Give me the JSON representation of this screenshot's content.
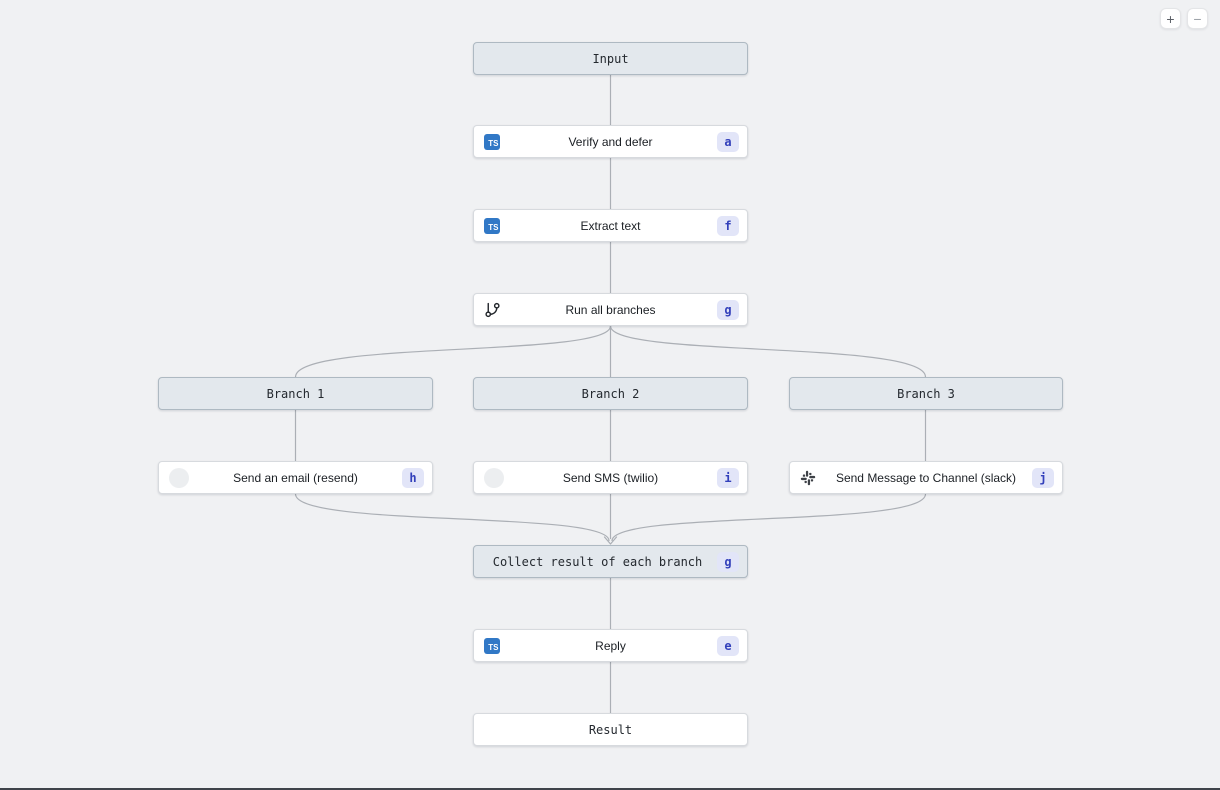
{
  "canvas": {
    "background_color": "#f0f1f3"
  },
  "zoom_controls": {
    "zoom_in": "+",
    "zoom_out": "−"
  },
  "icons": {
    "typescript_label": "TS"
  },
  "nodes": {
    "input": {
      "label": "Input"
    },
    "verify": {
      "label": "Verify and defer",
      "badge": "a",
      "icon": "typescript-icon"
    },
    "extract": {
      "label": "Extract text",
      "badge": "f",
      "icon": "typescript-icon"
    },
    "run_branches": {
      "label": "Run all branches",
      "badge": "g",
      "icon": "git-branch-icon"
    },
    "branch1": {
      "label": "Branch 1"
    },
    "branch2": {
      "label": "Branch 2"
    },
    "branch3": {
      "label": "Branch 3"
    },
    "send_email": {
      "label": "Send an email (resend)",
      "badge": "h",
      "icon": "resend-icon"
    },
    "send_sms": {
      "label": "Send SMS (twilio)",
      "badge": "i",
      "icon": "twilio-icon"
    },
    "send_slack": {
      "label": "Send Message to Channel (slack)",
      "badge": "j",
      "icon": "slack-icon"
    },
    "collect": {
      "label": "Collect result of each branch",
      "badge": "g"
    },
    "reply": {
      "label": "Reply",
      "badge": "e",
      "icon": "typescript-icon"
    },
    "result": {
      "label": "Result"
    }
  },
  "colors": {
    "group_node_bg": "#e3e8ed",
    "group_node_border": "#aeb9c2",
    "task_node_bg": "#ffffff",
    "task_node_border": "#d7dade",
    "badge_bg": "#e2e5f8",
    "badge_text": "#3340bb",
    "typescript_blue": "#3178c6",
    "edge": "#abafb5"
  }
}
